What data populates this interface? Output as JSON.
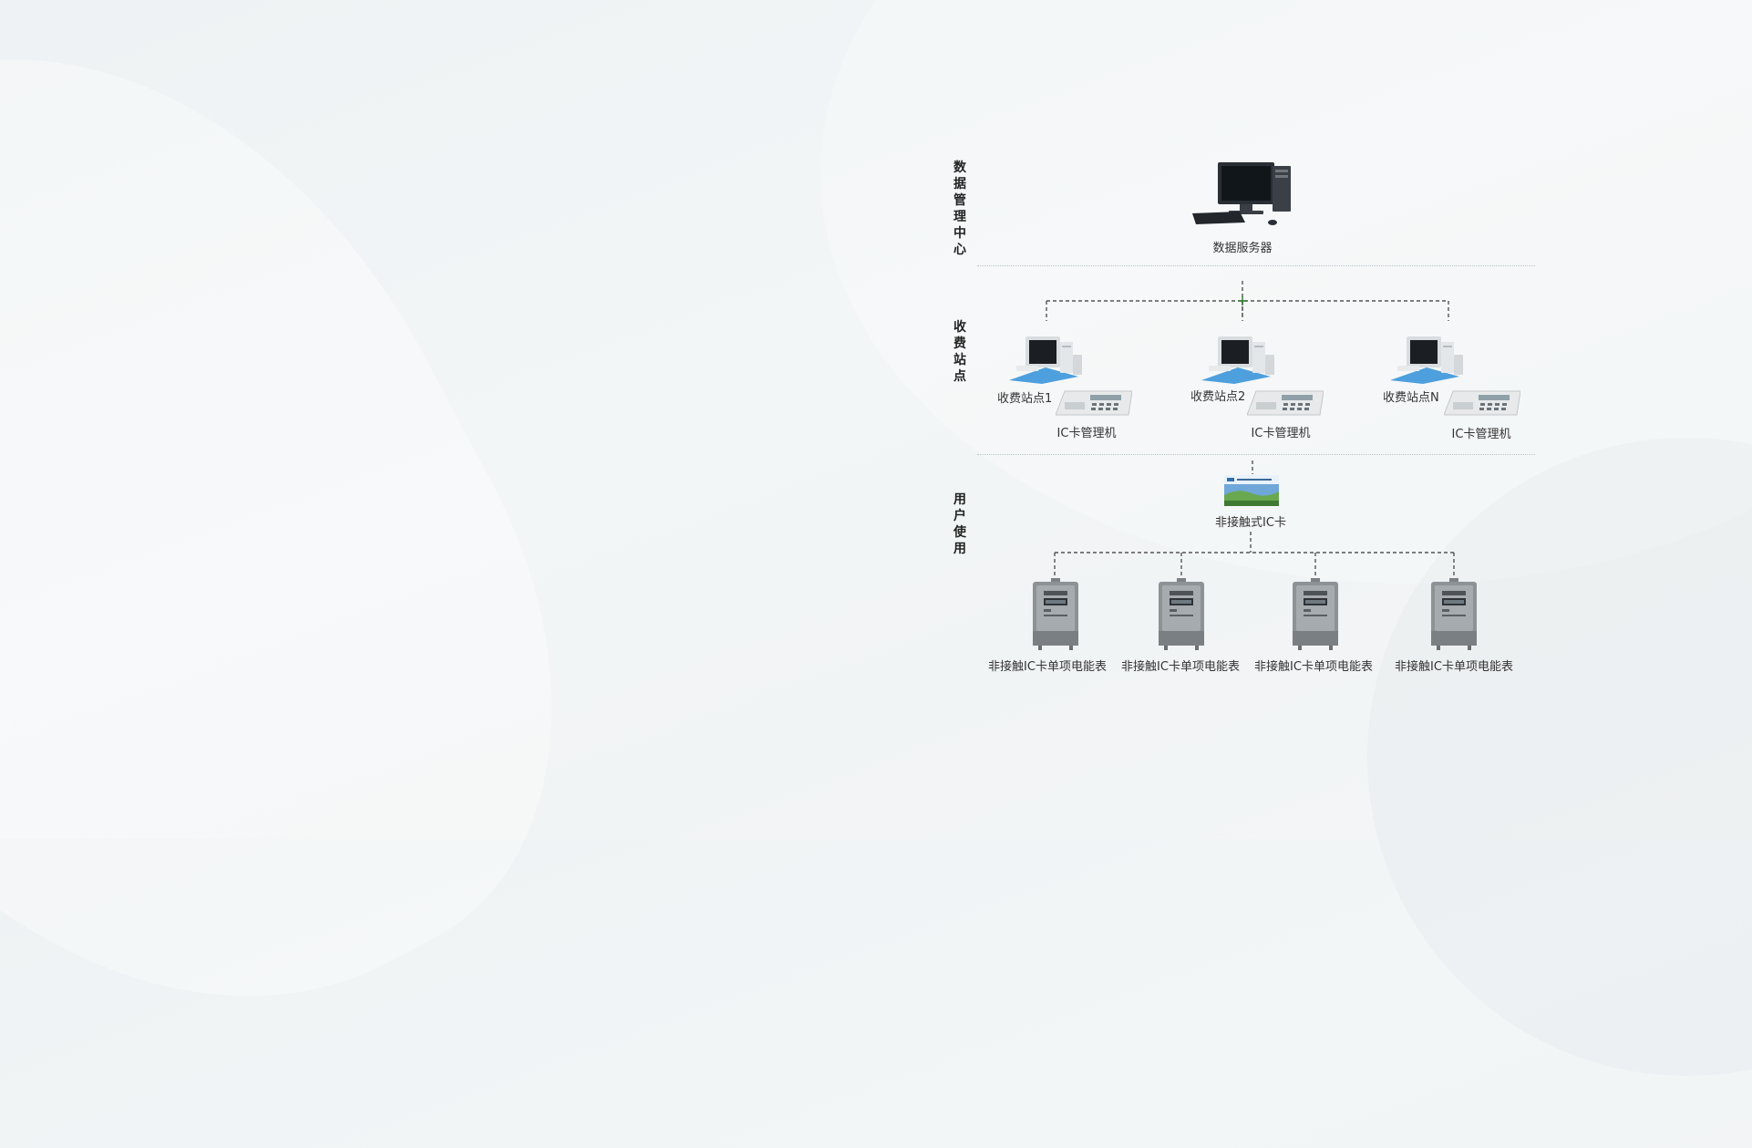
{
  "lanes": {
    "data_center": "数据管理中心",
    "stations": "收费站点",
    "users": "用户使用"
  },
  "server": {
    "label": "数据服务器"
  },
  "stations": [
    {
      "label": "收费站点1",
      "card_manager": "IC卡管理机"
    },
    {
      "label": "收费站点2",
      "card_manager": "IC卡管理机"
    },
    {
      "label": "收费站点N",
      "card_manager": "IC卡管理机"
    }
  ],
  "ic_card": {
    "label": "非接触式IC卡"
  },
  "meters": [
    {
      "label": "非接触IC卡单项电能表"
    },
    {
      "label": "非接触IC卡单项电能表"
    },
    {
      "label": "非接触IC卡单项电能表"
    },
    {
      "label": "非接触IC卡单项电能表"
    }
  ],
  "colors": {
    "connector": "#555555",
    "divider": "#b9c2c6",
    "monitor_screen": "#1b1f24",
    "terminal_accent": "#2f8fd8",
    "meter_body": "#8d9296",
    "card_sky": "#6fa7d8",
    "card_grass": "#6aa84f"
  }
}
